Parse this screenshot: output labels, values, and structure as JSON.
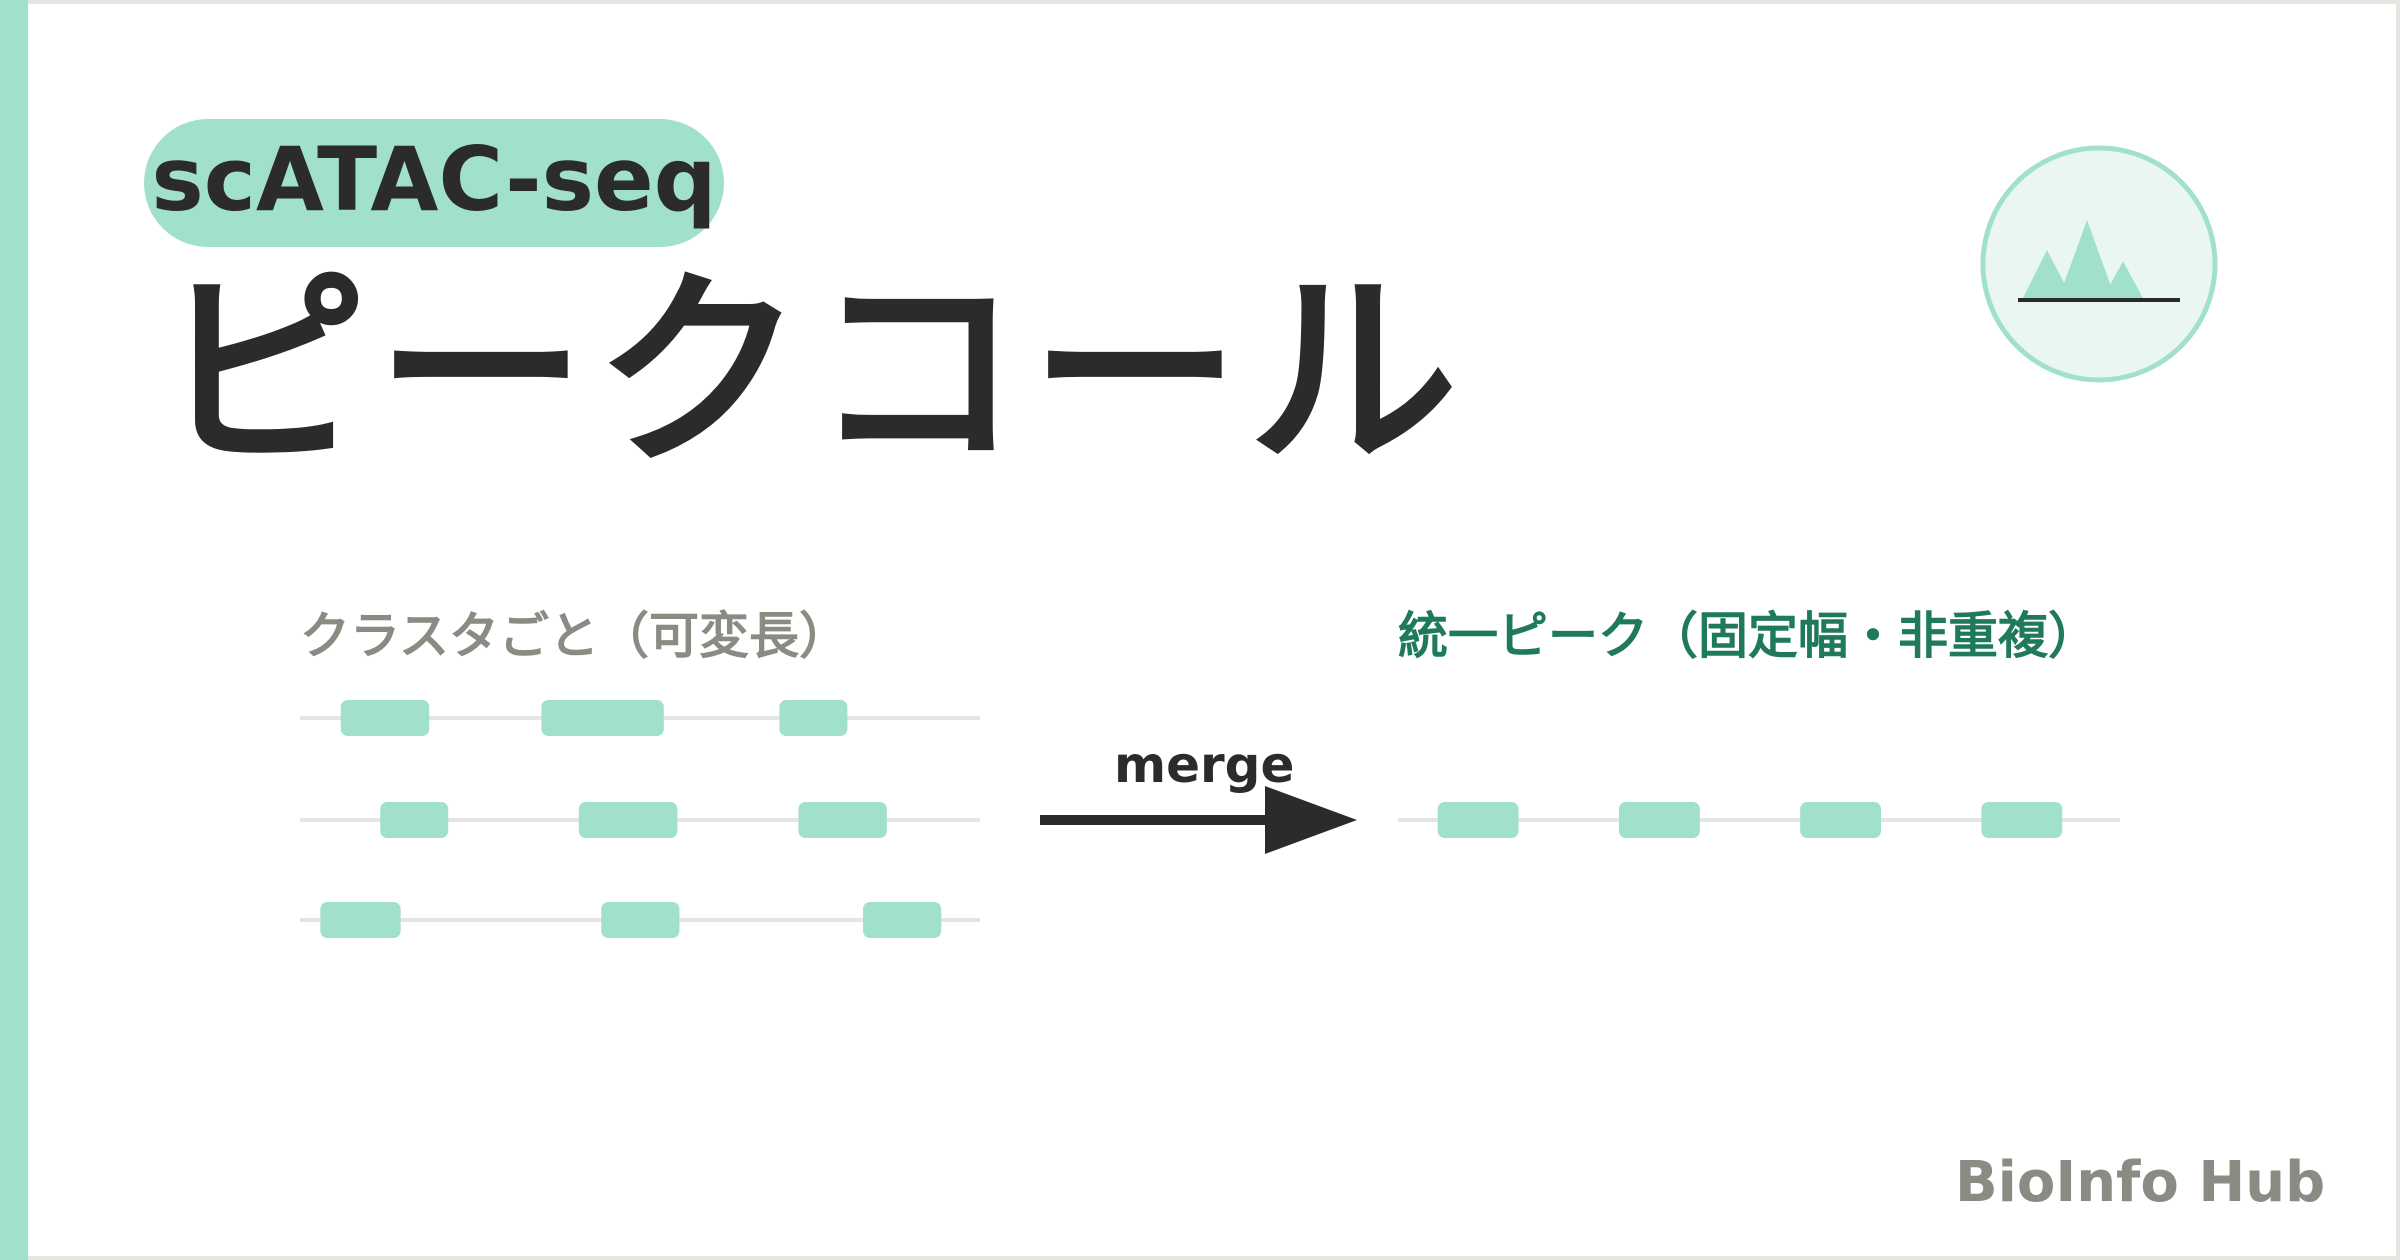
{
  "tag": "scATAC-seq",
  "title": "ピークコール",
  "left_panel": {
    "label": "クラスタごと（可変長）",
    "tracks": [
      {
        "peaks": [
          [
            0.06,
            0.19
          ],
          [
            0.355,
            0.535
          ],
          [
            0.705,
            0.805
          ]
        ]
      },
      {
        "peaks": [
          [
            0.118,
            0.218
          ],
          [
            0.41,
            0.555
          ],
          [
            0.733,
            0.863
          ]
        ]
      },
      {
        "peaks": [
          [
            0.03,
            0.148
          ],
          [
            0.443,
            0.558
          ],
          [
            0.828,
            0.943
          ]
        ]
      }
    ]
  },
  "arrow": {
    "label": "merge"
  },
  "right_panel": {
    "label": "統一ピーク（固定幅・非重複）",
    "peaks": [
      [
        0.055,
        0.167
      ],
      [
        0.306,
        0.418
      ],
      [
        0.557,
        0.669
      ],
      [
        0.808,
        0.92
      ]
    ]
  },
  "brand": "BioInfo Hub",
  "colors": {
    "accent": "#a1e1cc",
    "dark": "#2b2b2b",
    "muted": "#8b8b84",
    "green_text": "#1f7a5c",
    "track_line": "#e6e6e1"
  },
  "logo": {
    "icon": "mountain-peaks-icon"
  }
}
